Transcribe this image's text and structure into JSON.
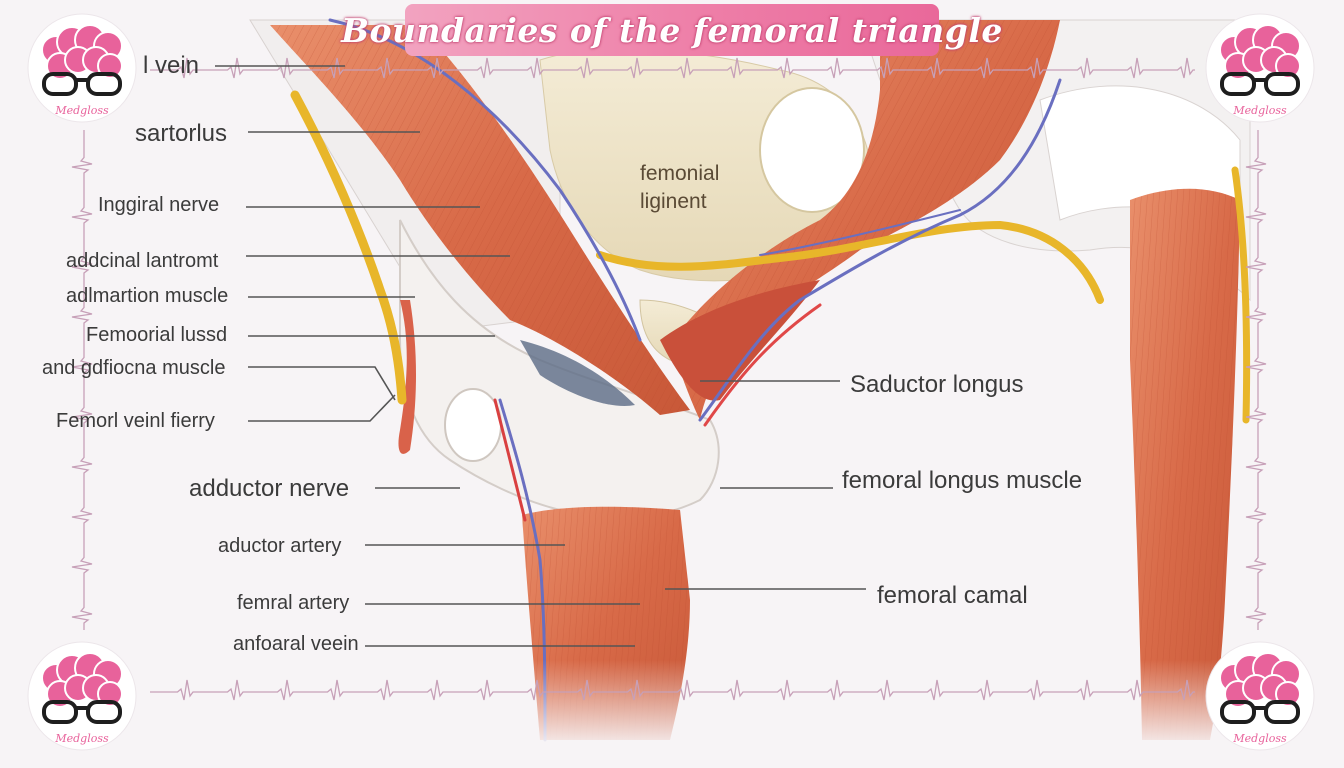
{
  "title": "Boundaries of the femoral triangle",
  "brand": "Medgloss",
  "colors": {
    "title_banner": "#ee7fa8",
    "brain": "#e8629b",
    "muscle": "#d9694a",
    "bone": "#efe6cf",
    "nerve": "#e8b62a",
    "vessel": "#6a6fc0",
    "ekg_line": "#c7a0b8"
  },
  "icons": [
    "brain-with-glasses-icon"
  ],
  "labels_left": [
    "l vein",
    "sartorlus",
    "Inggiral nerve",
    "addcinal lantromt",
    "adlmartion muscle",
    "Femoorial lussd",
    "and gdfiocna muscle",
    "Femorl veinl fierry",
    "adductor nerve",
    "aductor artery",
    "femral artery",
    "anfoaral veein"
  ],
  "labels_right": [
    "Saductor longus",
    "femoral longus muscle",
    "femoral camal"
  ],
  "labels_center": [
    "femonial",
    "liginent"
  ]
}
